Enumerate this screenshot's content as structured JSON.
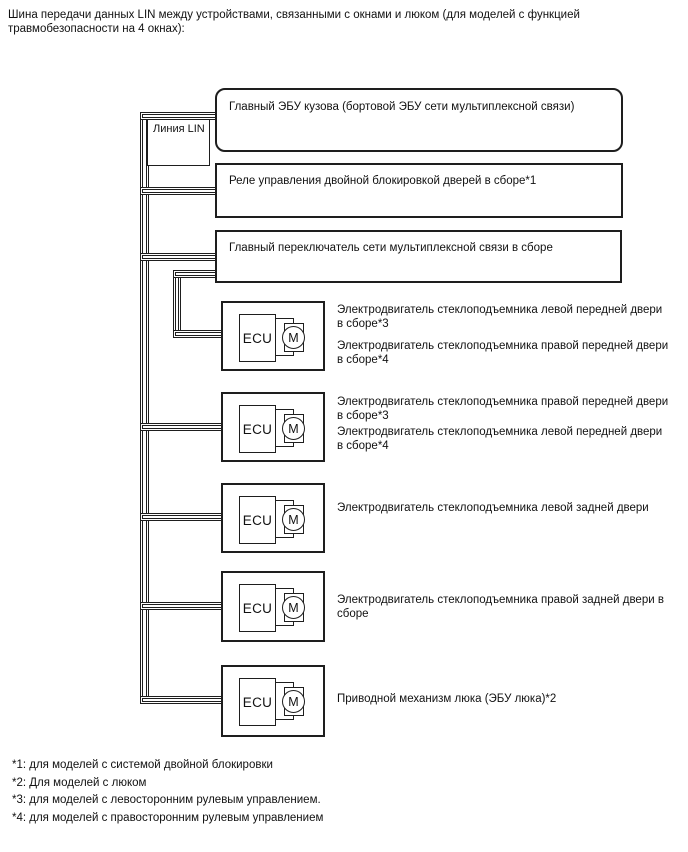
{
  "header": {
    "title": "Шина передачи данных LIN между устройствами, связанными с окнами и люком (для моделей с функцией травмобезопасности на 4 окнах):"
  },
  "bus": {
    "label": "Линия LIN"
  },
  "nodes": {
    "body_ecu": {
      "label": "Главный ЭБУ кузова (бортовой ЭБУ сети мультиплексной связи)"
    },
    "double_lock_relay": {
      "label": "Реле управления двойной блокировкой дверей в сборе*1"
    },
    "master_switch": {
      "label": "Главный переключатель сети мультиплексной связи в сборе"
    }
  },
  "ecu_units": [
    {
      "chip": "ECU",
      "motor": "M",
      "texts": [
        "Электродвигатель стеклоподъемника левой передней двери в сборе*3",
        "Электродвигатель стеклоподъемника правой передней двери в сборе*4"
      ]
    },
    {
      "chip": "ECU",
      "motor": "M",
      "texts": [
        "Электродвигатель стеклоподъемника правой передней двери в сборе*3",
        "Электродвигатель стеклоподъемника левой передней двери в сборе*4"
      ]
    },
    {
      "chip": "ECU",
      "motor": "M",
      "texts": [
        "Электродвигатель стеклоподъемника левой задней двери"
      ]
    },
    {
      "chip": "ECU",
      "motor": "M",
      "texts": [
        "Электродвигатель стеклоподъемника правой задней двери в сборе"
      ]
    },
    {
      "chip": "ECU",
      "motor": "M",
      "texts": [
        "Приводной механизм люка (ЭБУ люка)*2"
      ]
    }
  ],
  "footnotes": [
    "*1: для моделей с системой двойной блокировки",
    "*2: Для моделей с люком",
    "*3: для моделей с левосторонним рулевым управлением.",
    "*4: для моделей с правосторонним рулевым управлением"
  ],
  "colors": {
    "line": "#1e1e1e",
    "text": "#111111",
    "background": "#ffffff"
  }
}
